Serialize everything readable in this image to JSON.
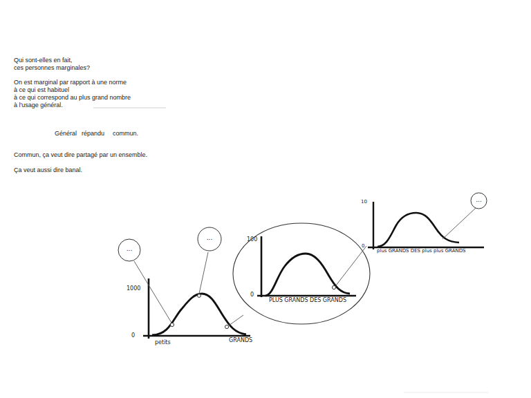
{
  "diagram": {
    "nodes": [
      {
        "text": [
          "..."
        ]
      },
      {
        "text": [
          "..."
        ]
      },
      {
        "text": [
          "100",
          "0",
          "PLUS GRANDS DES GRANDS"
        ]
      },
      {
        "text": [
          "..."
        ]
      }
    ],
    "labels": [
      "Qui sont-elles en fait,",
      "ces personnes marginales?",
      "On est marginal par rapport à une norme",
      "à ce qui est habituel",
      "à ce qui correspond au plus grand nombre",
      "à l'usage général.",
      "Général",
      "répandu",
      "commun.",
      "Commun, ça veut dire partagé par un ensemble.",
      "Ça veut aussi dire banal.",
      "1000",
      "0",
      "petits",
      "GRANDS",
      "10",
      "0",
      "plus GRANDS DES plus plus GRANDS"
    ]
  }
}
